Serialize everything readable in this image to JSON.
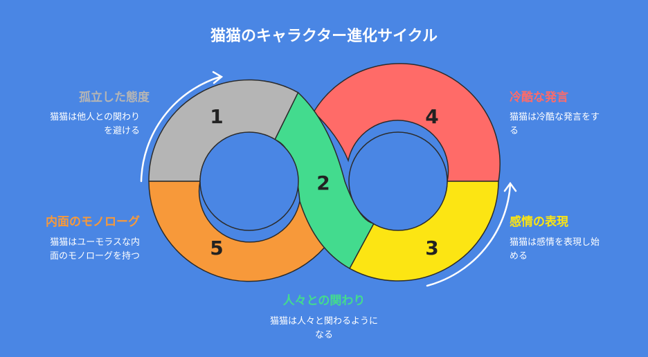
{
  "title": "猫猫のキャラクター進化サイクル",
  "steps": [
    {
      "number": "1",
      "label": "孤立した態度",
      "desc_lines": [
        "猫猫は他人との関わり",
        "を避ける"
      ],
      "color": "#B5B5B5"
    },
    {
      "number": "2",
      "label": "人々との関わり",
      "desc_lines": [
        "猫猫は人々と関わるように",
        "なる"
      ],
      "color": "#43DB8E"
    },
    {
      "number": "3",
      "label": "感情の表現",
      "desc_lines": [
        "猫猫は感情を表現し始",
        "める"
      ],
      "color": "#FCE513"
    },
    {
      "number": "4",
      "label": "冷酷な発言",
      "desc_lines": [
        "猫猫は冷酷な発言をす",
        "る"
      ],
      "color": "#FF6B68"
    },
    {
      "number": "5",
      "label": "内面のモノローグ",
      "desc_lines": [
        "猫猫はユーモラスな内",
        "面のモノローグを持つ"
      ],
      "color": "#F7993A"
    }
  ]
}
